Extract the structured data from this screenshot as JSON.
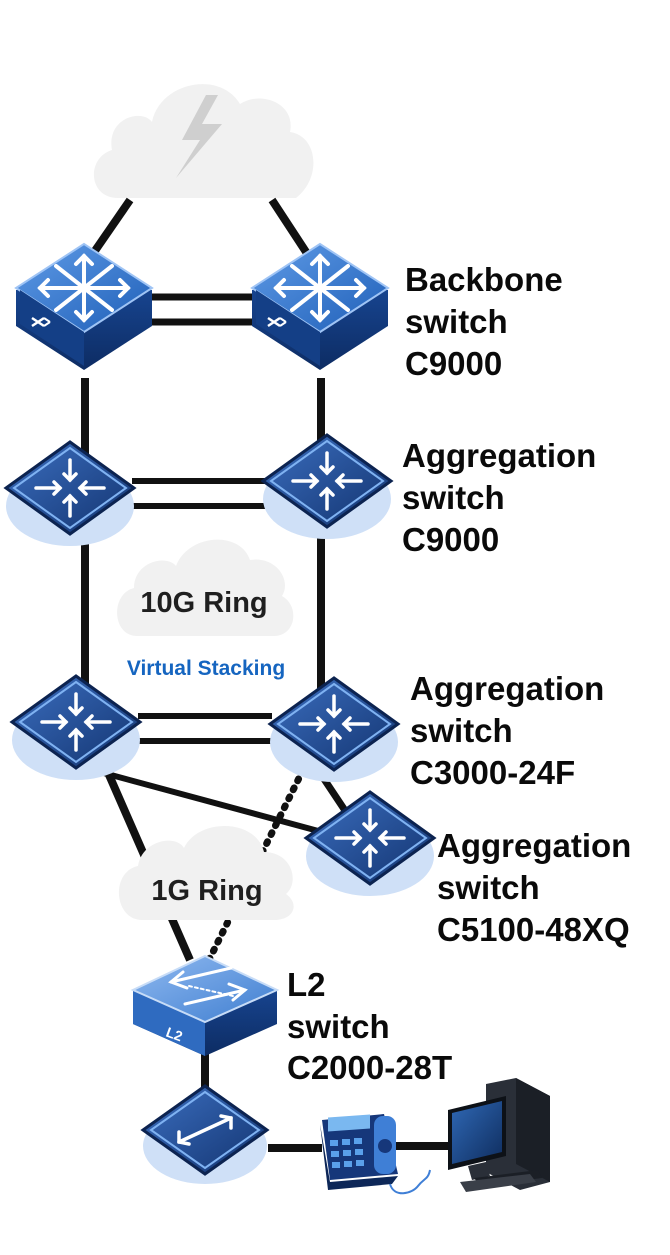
{
  "labels": {
    "backbone": {
      "line1": "Backbone",
      "line2": "switch",
      "line3": "C9000"
    },
    "agg1": {
      "line1": "Aggregation",
      "line2": "switch",
      "line3": "C9000"
    },
    "agg2": {
      "line1": "Aggregation",
      "line2": "switch",
      "line3": "C3000-24F"
    },
    "agg3": {
      "line1": "Aggregation",
      "line2": "switch",
      "line3": "C5100-48XQ"
    },
    "l2": {
      "line1": "L2",
      "line2": "switch",
      "line3": "C2000-28T"
    }
  },
  "rings": {
    "ten_g": "10G Ring",
    "virtual_stacking": "Virtual Stacking",
    "one_g": "1G Ring"
  },
  "device_text": {
    "l2_badge": "L2"
  },
  "colors": {
    "device_blue": "#1e5aa8",
    "device_dark": "#0f2d5e",
    "link": "#111111",
    "cloud": "#f0f0f0",
    "vs_text": "#1565c0"
  },
  "icons": [
    "cloud-icon",
    "lightning-icon",
    "backbone-switch-icon",
    "aggregation-switch-icon",
    "l2-switch-icon",
    "access-switch-icon",
    "ip-phone-icon",
    "desktop-computer-icon"
  ]
}
